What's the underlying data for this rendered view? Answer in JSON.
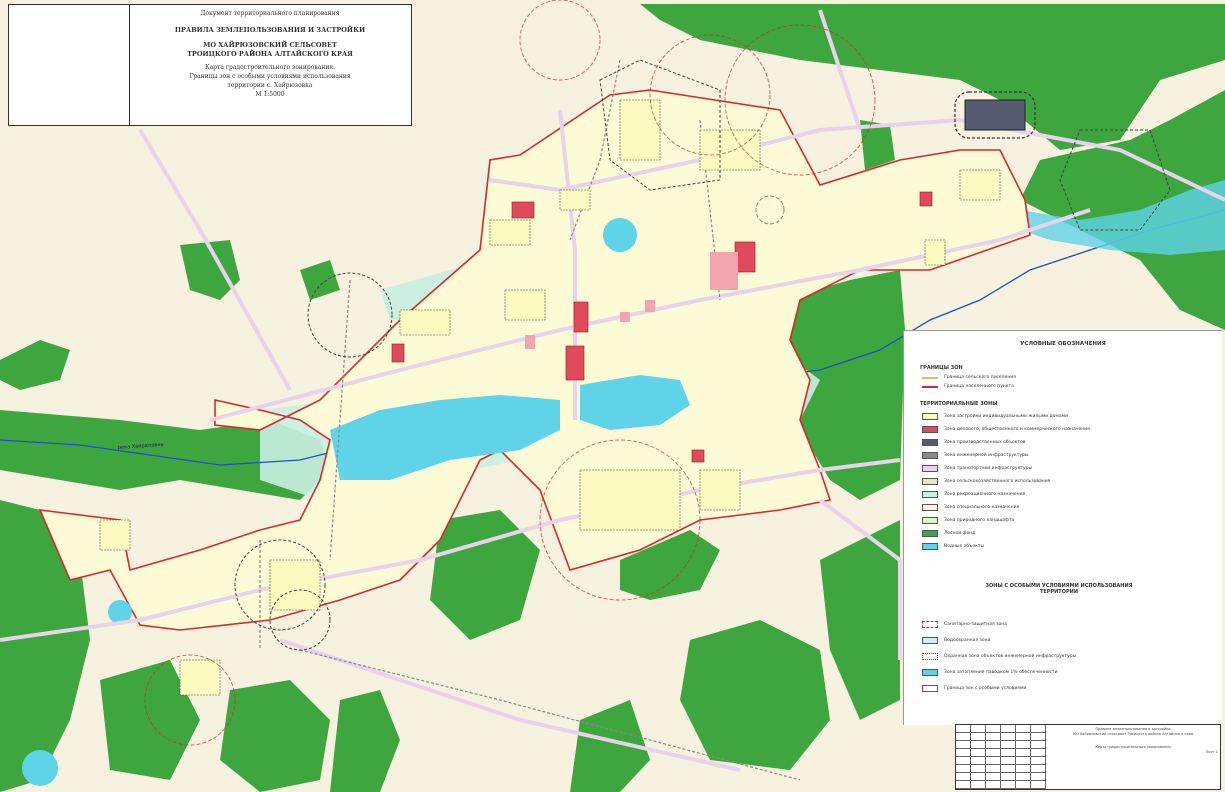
{
  "title_block": {
    "line1": "Документ территориального планирования",
    "line2": "ПРАВИЛА ЗЕМЛЕПОЛЬЗОВАНИЯ И ЗАСТРОЙКИ",
    "line3": "МО ХАЙРЮЗОВСКИЙ СЕЛЬСОВЕТ",
    "line4": "ТРОИЦКОГО РАЙОНА АЛТАЙСКОГО КРАЯ",
    "line5": "Карта градостроительного зонирования.",
    "line6": "Границы зон с особыми условиями использования",
    "line7": "территории с. Хайрюзовка",
    "line8": "М 1:5000"
  },
  "map": {
    "river_label": "река Хайрюзовка",
    "colors": {
      "background": "#f7f1df",
      "forest": "#3ea63e",
      "water": "#5fd3e8",
      "residential": "#fdfbd6",
      "public": "#e04a5a",
      "boundary": "#d6282e",
      "protection": "#c8f0e0",
      "road": "#e8d2ec"
    }
  },
  "legend": {
    "title": "УСЛОВНЫЕ ОБОЗНАЧЕНИЯ",
    "section1": "ГРАНИЦЫ ЗОН",
    "items1": [
      "Граница сельского поселения",
      "Граница населенного пункта"
    ],
    "section2": "ТЕРРИТОРИАЛЬНЫЕ ЗОНЫ",
    "items2": [
      "Зона застройки индивидуальными жилыми домами",
      "Зона делового, общественного и коммерческого назначения",
      "Зона производственных объектов",
      "Зона инженерной инфраструктуры",
      "Зона транспортной инфраструктуры",
      "Зона сельскохозяйственного использования",
      "Зона рекреационного назначения",
      "Зона специального назначения",
      "Зона природного ландшафта",
      "Лесной фонд",
      "Водные объекты"
    ],
    "section3": "ЗОНЫ С ОСОБЫМИ УСЛОВИЯМИ ИСПОЛЬЗОВАНИЯ ТЕРРИТОРИИ",
    "items3": [
      "Санитарно-защитная зона",
      "Водоохранная зона",
      "Охранная зона объектов инженерной инфраструктуры",
      "Зона затопления паводком 1% обеспеченности",
      "Граница зон с особыми условиями"
    ]
  },
  "stamp": {
    "line1": "Правила землепользования и застройки",
    "line2": "МО Хайрюзовский сельсовет Троицкого района Алтайского края",
    "line3": "Карта градостроительного зонирования",
    "sheet": "Лист 1"
  }
}
